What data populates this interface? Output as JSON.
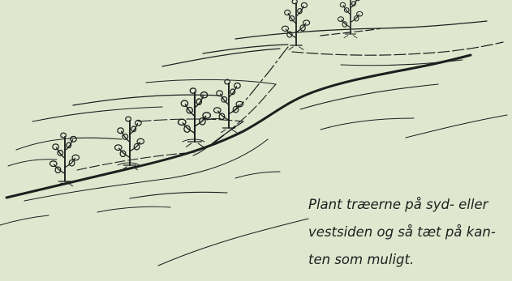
{
  "caption": {
    "lines": [
      "Plant træerne på syd- eller",
      "vestsiden og så tæt på kan-",
      "ten som muligt."
    ]
  },
  "colors": {
    "background": "#dfe8cf",
    "ink": "#1e1e1e"
  },
  "icons": [
    "sapling-icon"
  ]
}
